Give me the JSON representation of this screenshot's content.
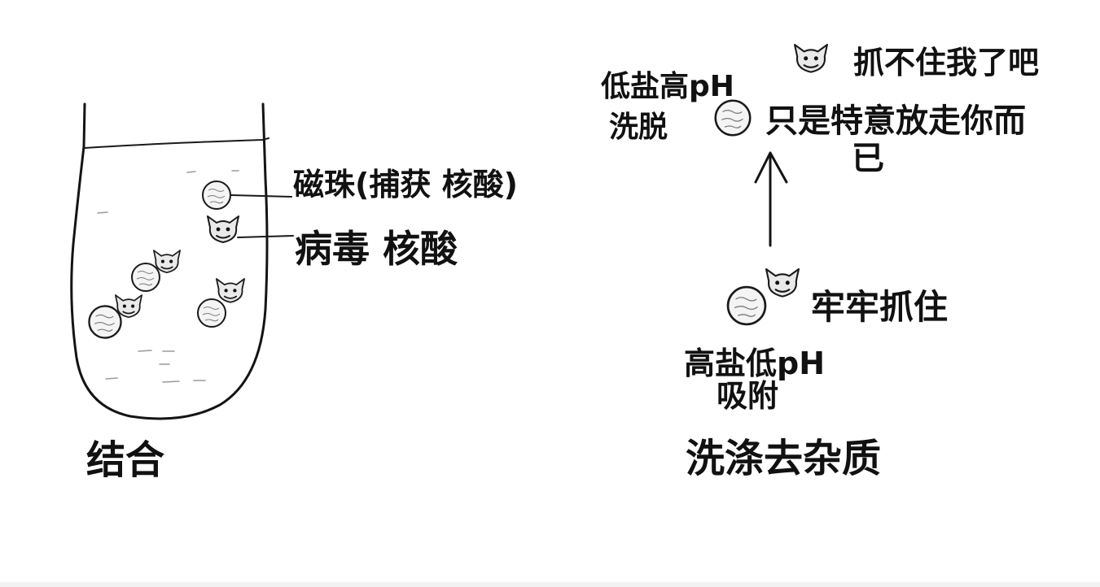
{
  "labels": {
    "bead": "磁珠(捕获 核酸)",
    "nucleic": "病毒 核酸",
    "bind": "结合",
    "elute_1": "低盐高pH",
    "elute_2": "洗脱",
    "escape_1": "抓不住我了吧",
    "escape_2": "只是特意放走你而",
    "escape_3": "已",
    "grip": "牢牢抓住",
    "adsorb_1": "高盐低pH",
    "adsorb_2": "吸附",
    "wash": "洗涤去杂质"
  },
  "colors": {
    "ink": "#111111",
    "bead_fill": "#f4f4f4",
    "virus_fill": "#e9e9e9",
    "background": "#ffffff"
  },
  "icons": {
    "bead": "magnetic-bead-icon",
    "virus": "virus-nucleic-acid-icon",
    "arrow": "arrow-up-icon"
  }
}
